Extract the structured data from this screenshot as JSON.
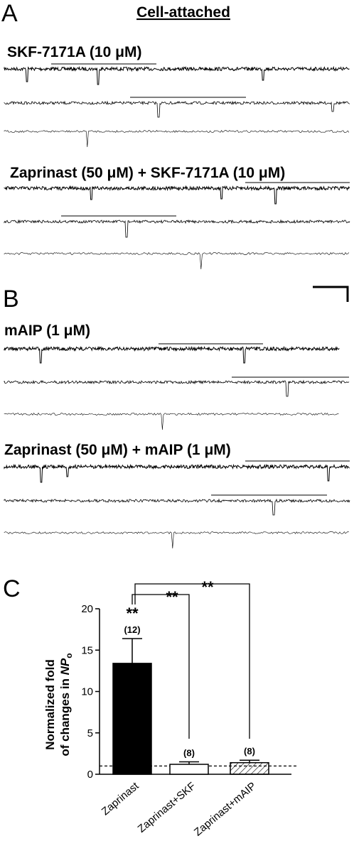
{
  "panel_a": {
    "letter": "A",
    "mode": "Cell-attached",
    "condition_1": "SKF-7171A (10 μM)",
    "condition_2": "Zaprinast (50 μM) + SKF-7171A (10 μM)"
  },
  "panel_b": {
    "letter": "B",
    "condition_1": "mAIP (1 μM)",
    "condition_2": "Zaprinast (50 μM) + mAIP (1 μM)"
  },
  "panel_c": {
    "letter": "C",
    "ylabel_line1": "Normalized fold",
    "ylabel_line2_pre": "of changes in ",
    "ylabel_italic": "NP",
    "ylabel_sub": "o"
  },
  "chart_data": {
    "type": "bar",
    "categories": [
      "Zaprinast",
      "Zaprinast+SKF",
      "Zaprinast+mAIP"
    ],
    "values": [
      13.4,
      1.2,
      1.4
    ],
    "errors": [
      3.0,
      0.3,
      0.3
    ],
    "n_labels": [
      "(12)",
      "(8)",
      "(8)"
    ],
    "significance": {
      "vs_control": "**",
      "bracket_1": "**",
      "bracket_2": "**"
    },
    "ylim": [
      0,
      20
    ],
    "yticks": [
      "0",
      "5",
      "10",
      "15",
      "20"
    ],
    "ytick_values": [
      0,
      5,
      10,
      15,
      20
    ],
    "baseline": 1,
    "bar_fills": [
      "black",
      "white",
      "hatched"
    ]
  }
}
